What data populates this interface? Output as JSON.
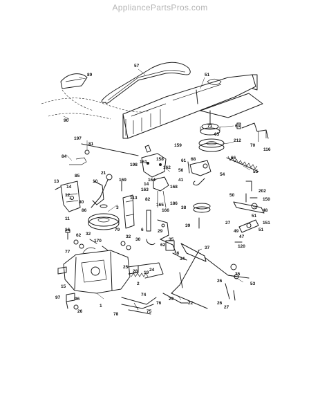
{
  "watermark": "AppliancePartsPros.com",
  "parts": [
    {
      "id": "p57",
      "num": "57"
    },
    {
      "id": "p89",
      "num": "89"
    },
    {
      "id": "p51a",
      "num": "51"
    },
    {
      "id": "p90",
      "num": "90"
    },
    {
      "id": "p63",
      "num": "63"
    },
    {
      "id": "p65",
      "num": "65"
    },
    {
      "id": "p71",
      "num": "71"
    },
    {
      "id": "p212",
      "num": "212"
    },
    {
      "id": "p70",
      "num": "70"
    },
    {
      "id": "p116",
      "num": "116"
    },
    {
      "id": "p197",
      "num": "197"
    },
    {
      "id": "p81",
      "num": "81"
    },
    {
      "id": "p159",
      "num": "159"
    },
    {
      "id": "p61",
      "num": "61"
    },
    {
      "id": "p84",
      "num": "84"
    },
    {
      "id": "p198",
      "num": "198"
    },
    {
      "id": "p161",
      "num": "161"
    },
    {
      "id": "p158",
      "num": "158"
    },
    {
      "id": "p162",
      "num": "162"
    },
    {
      "id": "p66",
      "num": "66"
    },
    {
      "id": "p68",
      "num": "68"
    },
    {
      "id": "p85",
      "num": "85"
    },
    {
      "id": "p21",
      "num": "21"
    },
    {
      "id": "p169",
      "num": "169"
    },
    {
      "id": "p164",
      "num": "164"
    },
    {
      "id": "p14a",
      "num": "14"
    },
    {
      "id": "p56",
      "num": "56"
    },
    {
      "id": "p55",
      "num": "55"
    },
    {
      "id": "p13",
      "num": "13"
    },
    {
      "id": "p14b",
      "num": "14"
    },
    {
      "id": "p10",
      "num": "10"
    },
    {
      "id": "p41",
      "num": "41"
    },
    {
      "id": "p54",
      "num": "54"
    },
    {
      "id": "p163",
      "num": "163"
    },
    {
      "id": "p168",
      "num": "168"
    },
    {
      "id": "p12",
      "num": "12"
    },
    {
      "id": "p80",
      "num": "80"
    },
    {
      "id": "p113",
      "num": "113"
    },
    {
      "id": "p82",
      "num": "82"
    },
    {
      "id": "p50",
      "num": "50"
    },
    {
      "id": "p202",
      "num": "202"
    },
    {
      "id": "p150",
      "num": "150"
    },
    {
      "id": "p3",
      "num": "3"
    },
    {
      "id": "p165",
      "num": "165"
    },
    {
      "id": "p186",
      "num": "186"
    },
    {
      "id": "p86",
      "num": "86"
    },
    {
      "id": "p166",
      "num": "166"
    },
    {
      "id": "p38",
      "num": "38"
    },
    {
      "id": "p48",
      "num": "48"
    },
    {
      "id": "p11",
      "num": "11"
    },
    {
      "id": "p51b",
      "num": "51"
    },
    {
      "id": "p27a",
      "num": "27"
    },
    {
      "id": "p16",
      "num": "16"
    },
    {
      "id": "p6",
      "num": "6"
    },
    {
      "id": "p39",
      "num": "39"
    },
    {
      "id": "p151",
      "num": "151"
    },
    {
      "id": "p51c",
      "num": "51"
    },
    {
      "id": "p79",
      "num": "79"
    },
    {
      "id": "p62",
      "num": "62"
    },
    {
      "id": "p170",
      "num": "170"
    },
    {
      "id": "p32a",
      "num": "32"
    },
    {
      "id": "p29",
      "num": "29"
    },
    {
      "id": "p35a",
      "num": "35"
    },
    {
      "id": "p49",
      "num": "49"
    },
    {
      "id": "p47",
      "num": "47"
    },
    {
      "id": "p30",
      "num": "30"
    },
    {
      "id": "p32b",
      "num": "32"
    },
    {
      "id": "p120",
      "num": "120"
    },
    {
      "id": "p62b",
      "num": "62"
    },
    {
      "id": "p37",
      "num": "37"
    },
    {
      "id": "p77",
      "num": "77"
    },
    {
      "id": "p25",
      "num": "25"
    },
    {
      "id": "p36",
      "num": "36"
    },
    {
      "id": "p34",
      "num": "34"
    },
    {
      "id": "p28",
      "num": "28"
    },
    {
      "id": "p19",
      "num": "19"
    },
    {
      "id": "p24",
      "num": "24"
    },
    {
      "id": "p1",
      "num": "1"
    },
    {
      "id": "p2",
      "num": "2"
    },
    {
      "id": "p35b",
      "num": "35"
    },
    {
      "id": "p53",
      "num": "53"
    },
    {
      "id": "p15",
      "num": "15"
    },
    {
      "id": "p26a",
      "num": "26"
    },
    {
      "id": "p29b",
      "num": "29"
    },
    {
      "id": "p97",
      "num": "97"
    },
    {
      "id": "p74",
      "num": "74"
    },
    {
      "id": "p76",
      "num": "76"
    },
    {
      "id": "p22",
      "num": "22"
    },
    {
      "id": "p26b",
      "num": "26"
    },
    {
      "id": "p27b",
      "num": "27"
    },
    {
      "id": "p96",
      "num": "96"
    },
    {
      "id": "p78",
      "num": "78"
    },
    {
      "id": "p75",
      "num": "75"
    },
    {
      "id": "p26c",
      "num": "26"
    }
  ]
}
